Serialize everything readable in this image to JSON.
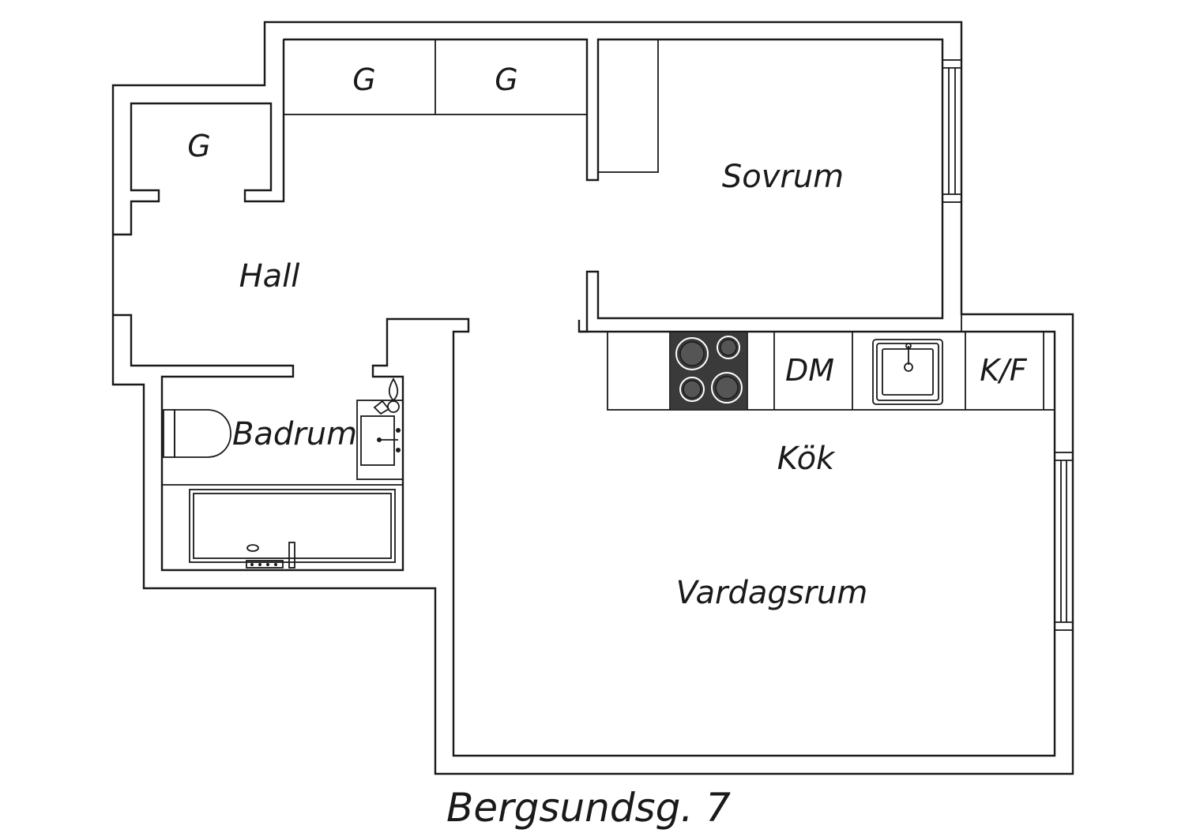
{
  "plan": {
    "title": "Bergsundsg. 7",
    "rooms": {
      "hall": "Hall",
      "sovrum": "Sovrum",
      "badrum": "Badrum",
      "kok": "Kök",
      "vardagsrum": "Vardagsrum"
    },
    "closets": {
      "closet_1": "G",
      "closet_2": "G",
      "closet_3": "G"
    },
    "appliances": {
      "dishwasher": "DM",
      "fridge_freezer": "K/F"
    },
    "colors": {
      "walls": "#1a1a1a",
      "stove": "#3a3a3a",
      "background": "#ffffff"
    }
  }
}
